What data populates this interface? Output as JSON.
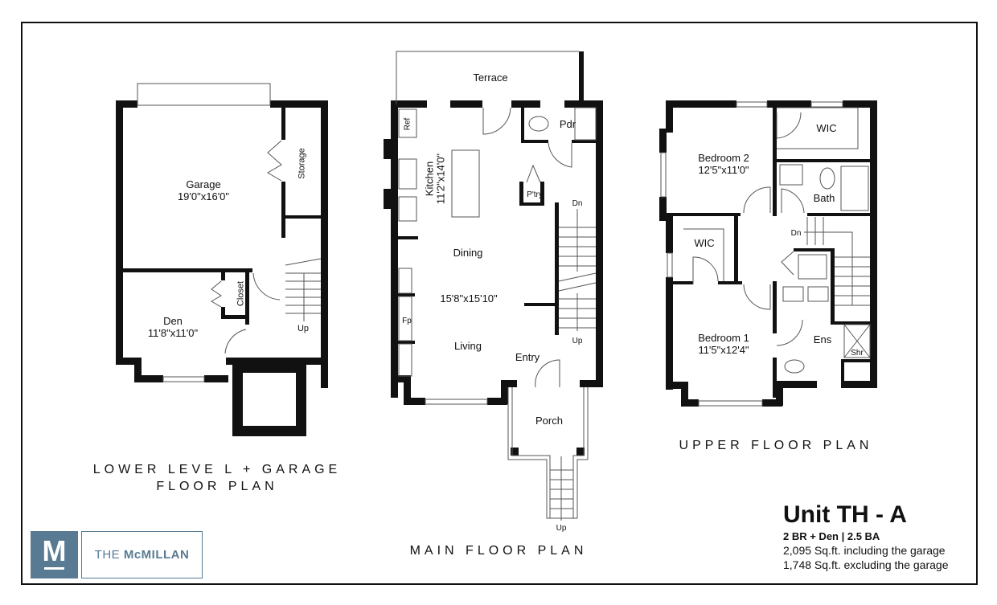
{
  "project": {
    "logo_letter": "M",
    "name_prefix": "THE ",
    "name_main": "McMILLAN",
    "brand_color": "#587b93"
  },
  "unit": {
    "title": "Unit TH - A",
    "config": "2 BR + Den | 2.5 BA",
    "area_including_garage": "2,095 Sq.ft. including the garage",
    "area_excluding_garage": "1,748 Sq.ft. excluding the garage"
  },
  "plans": {
    "lower": {
      "caption_line1": "LOWER LEVE L + GARAGE",
      "caption_line2": "FLOOR PLAN",
      "rooms": [
        {
          "name": "Garage",
          "size": "19'0\"x16'0\""
        },
        {
          "name": "Storage"
        },
        {
          "name": "Closet"
        },
        {
          "name": "Den",
          "size": "11'8\"x11'0\""
        }
      ],
      "stairs_label": "Up"
    },
    "main": {
      "caption": "MAIN FLOOR PLAN",
      "rooms": [
        {
          "name": "Terrace"
        },
        {
          "name": "Ref"
        },
        {
          "name": "Kitchen",
          "size": "11'2\"x14'0\""
        },
        {
          "name": "Pdr"
        },
        {
          "name": "P'try"
        },
        {
          "name": "Dining"
        },
        {
          "name": "Living",
          "size": "15'8\"x15'10\""
        },
        {
          "name": "Fp"
        },
        {
          "name": "Entry"
        },
        {
          "name": "Porch"
        }
      ],
      "stairs_dn": "Dn",
      "stairs_up": "Up",
      "porch_stairs_up": "Up"
    },
    "upper": {
      "caption": "UPPER FLOOR PLAN",
      "rooms": [
        {
          "name": "Bedroom 2",
          "size": "12'5\"x11'0\""
        },
        {
          "name": "WIC"
        },
        {
          "name": "Bath"
        },
        {
          "name": "WIC"
        },
        {
          "name": "Bedroom 1",
          "size": "11'5\"x12'4\""
        },
        {
          "name": "Ens"
        },
        {
          "name": "Shr"
        }
      ],
      "stairs_dn": "Dn"
    }
  }
}
